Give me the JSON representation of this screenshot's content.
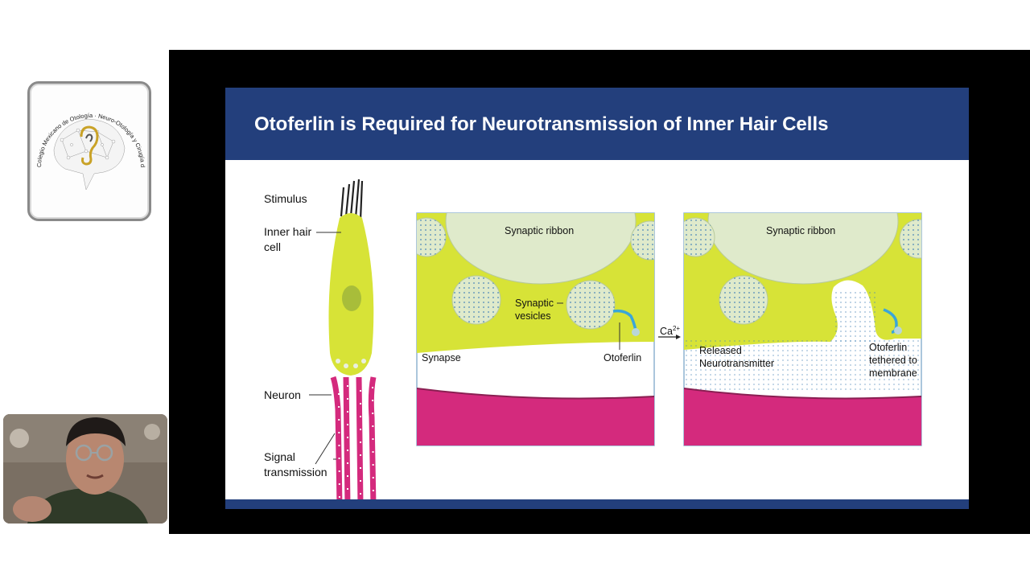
{
  "logo": {
    "arc_text": "Colegio Mexicano de Otología · Neuro-Otología y Cirugía de Base de Cráneo, A.C.",
    "icon": "ear-network-icon"
  },
  "webcam": {
    "icon": "presenter-video-feed"
  },
  "slide": {
    "title": "Otoferlin is Required for Neurotransmission of Inner Hair Cells",
    "left_labels": {
      "stimulus": "Stimulus",
      "inner_hair_cell_line1": "Inner hair",
      "inner_hair_cell_line2": "cell",
      "neuron": "Neuron",
      "signal_line1": "Signal",
      "signal_line2": "transmission"
    },
    "panel1": {
      "ribbon": "Synaptic ribbon",
      "vesicles_line1": "Synaptic",
      "vesicles_line2": "vesicles",
      "synapse": "Synapse",
      "otoferlin": "Otoferlin"
    },
    "calcium": {
      "base": "Ca",
      "superscript": "2+"
    },
    "panel2": {
      "ribbon": "Synaptic ribbon",
      "released_line1": "Released",
      "released_line2": "Neurotransmitter",
      "otoferlin_line1": "Otoferlin",
      "otoferlin_line2": "tethered to",
      "otoferlin_line3": "membrane"
    }
  },
  "colors": {
    "header_blue": "#233f7c",
    "cell_yellow": "#d7e337",
    "ribbon_green": "#dfeacb",
    "neuron_pink": "#d42a7d",
    "otoferlin_blue": "#3aa6d8"
  }
}
